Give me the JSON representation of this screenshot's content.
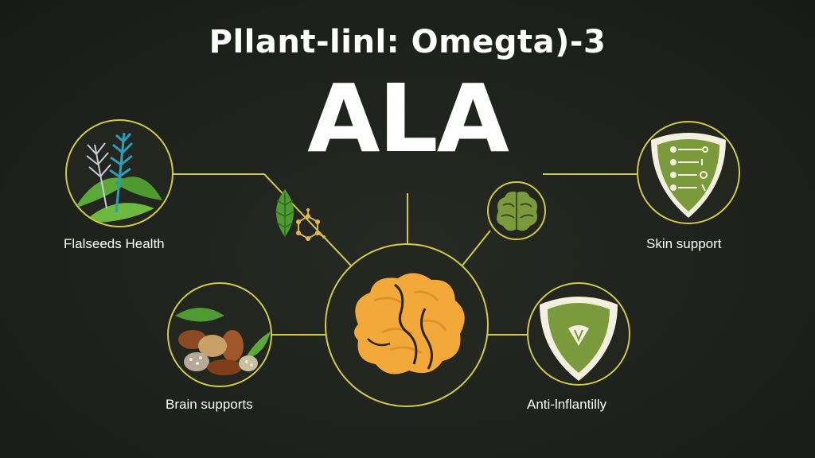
{
  "header": {
    "title": "Pllant-linl: Omegta)-3",
    "big_word": "ALA"
  },
  "nodes": {
    "top_left": {
      "label": "Flalseeds Health",
      "icon": "flax-plant-icon"
    },
    "bottom_left": {
      "label": "Brain supports",
      "icon": "nuts-seeds-icon"
    },
    "top_right": {
      "label": "Skin support",
      "icon": "shield-icon"
    },
    "bottom_right": {
      "label": "Anti-lnflantilly",
      "icon": "shield-icon"
    },
    "center": {
      "icon": "brain-icon"
    }
  },
  "decorations": {
    "leaf": "leaf-icon",
    "molecule": "molecule-icon",
    "small_brain": "brain-icon"
  },
  "colors": {
    "background": "#1e211c",
    "connector": "#cfc94a",
    "brain": "#f2a93a",
    "shield": "#7a9a3c",
    "leaf": "#4f9a32",
    "text": "#ffffff"
  }
}
